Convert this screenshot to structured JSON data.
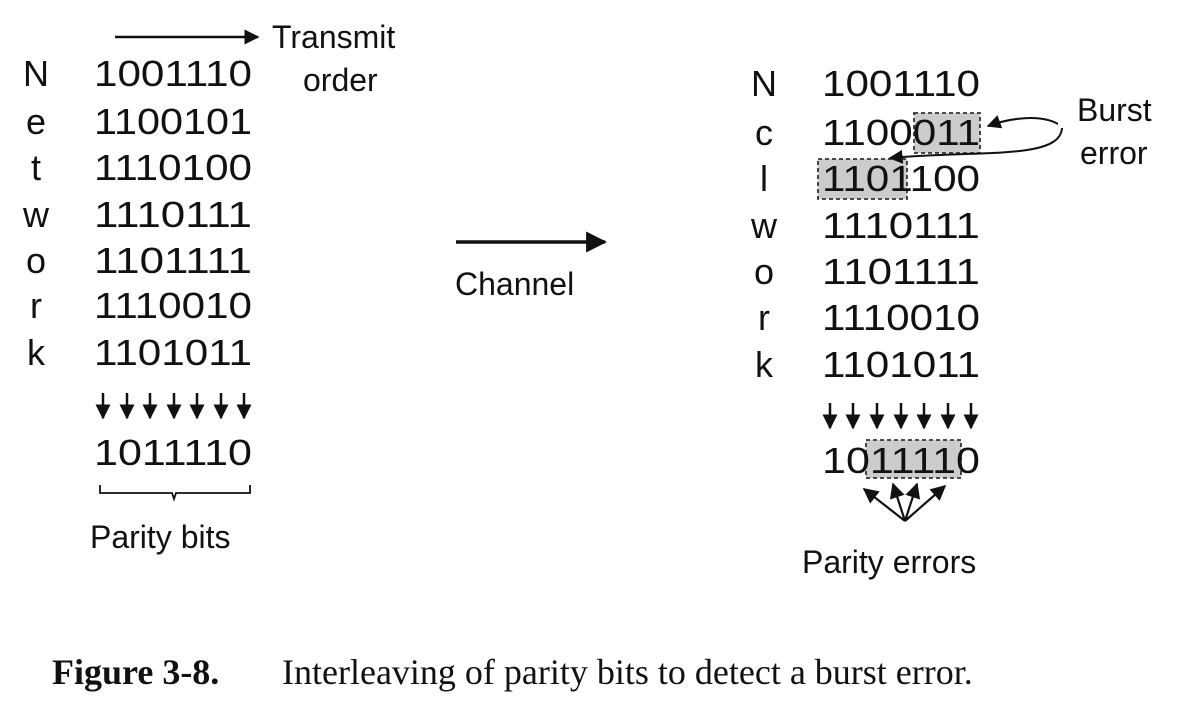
{
  "left": {
    "transmit_label_line1": "Transmit",
    "transmit_label_line2": "order",
    "letters": [
      "N",
      "e",
      "t",
      "w",
      "o",
      "r",
      "k"
    ],
    "rows": [
      "1001110",
      "1100101",
      "1110100",
      "1110111",
      "1101111",
      "1110010",
      "1101011"
    ],
    "parity": "1011110",
    "parity_label": "Parity bits"
  },
  "channel_label": "Channel",
  "right": {
    "letters": [
      "N",
      "c",
      "l",
      "w",
      "o",
      "r",
      "k"
    ],
    "rows": [
      "1001110",
      "1100011",
      "1101100",
      "1110111",
      "1101111",
      "1110010",
      "1101011"
    ],
    "parity": "1011110",
    "burst_label_line1": "Burst",
    "burst_label_line2": "error",
    "parity_errors_label": "Parity errors"
  },
  "caption": {
    "label": "Figure 3-8.",
    "text": "Interleaving of parity bits to detect a burst error."
  }
}
